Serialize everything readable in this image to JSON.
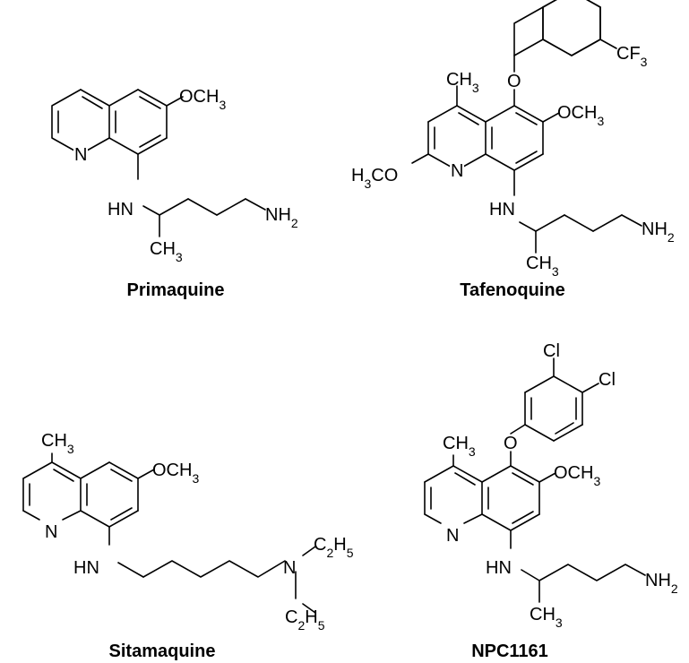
{
  "compounds": [
    {
      "name": "Primaquine",
      "labels": {
        "ome": "OCH",
        "ome_sub": "3",
        "n_ring": "N",
        "hn": "HN",
        "nh2": "NH",
        "nh2_sub": "2",
        "ch3": "CH",
        "ch3_sub": "3"
      }
    },
    {
      "name": "Tafenoquine",
      "labels": {
        "ch3_top": "CH",
        "ch3_top_sub": "3",
        "o": "O",
        "cf3": "CF",
        "cf3_sub": "3",
        "ome": "OCH",
        "ome_sub": "3",
        "h3co": "H",
        "h3co_sub": "3",
        "h3co_tail": "CO",
        "n_ring": "N",
        "hn": "HN",
        "nh2": "NH",
        "nh2_sub": "2",
        "ch3": "CH",
        "ch3_sub": "3"
      }
    },
    {
      "name": "Sitamaquine",
      "labels": {
        "ch3_top": "CH",
        "ch3_top_sub": "3",
        "ome": "OCH",
        "ome_sub": "3",
        "n_ring": "N",
        "hn": "HN",
        "n_amine": "N",
        "et1": "C",
        "et1_sub": "2",
        "et1_tail": "H",
        "et1_tail_sub": "5",
        "et2": "C",
        "et2_sub": "2",
        "et2_tail": "H",
        "et2_tail_sub": "5"
      }
    },
    {
      "name": "NPC1161",
      "labels": {
        "cl1": "Cl",
        "cl2": "Cl",
        "o": "O",
        "ch3_top": "CH",
        "ch3_top_sub": "3",
        "ome": "OCH",
        "ome_sub": "3",
        "n_ring": "N",
        "hn": "HN",
        "nh2": "NH",
        "nh2_sub": "2",
        "ch3": "CH",
        "ch3_sub": "3"
      }
    }
  ]
}
